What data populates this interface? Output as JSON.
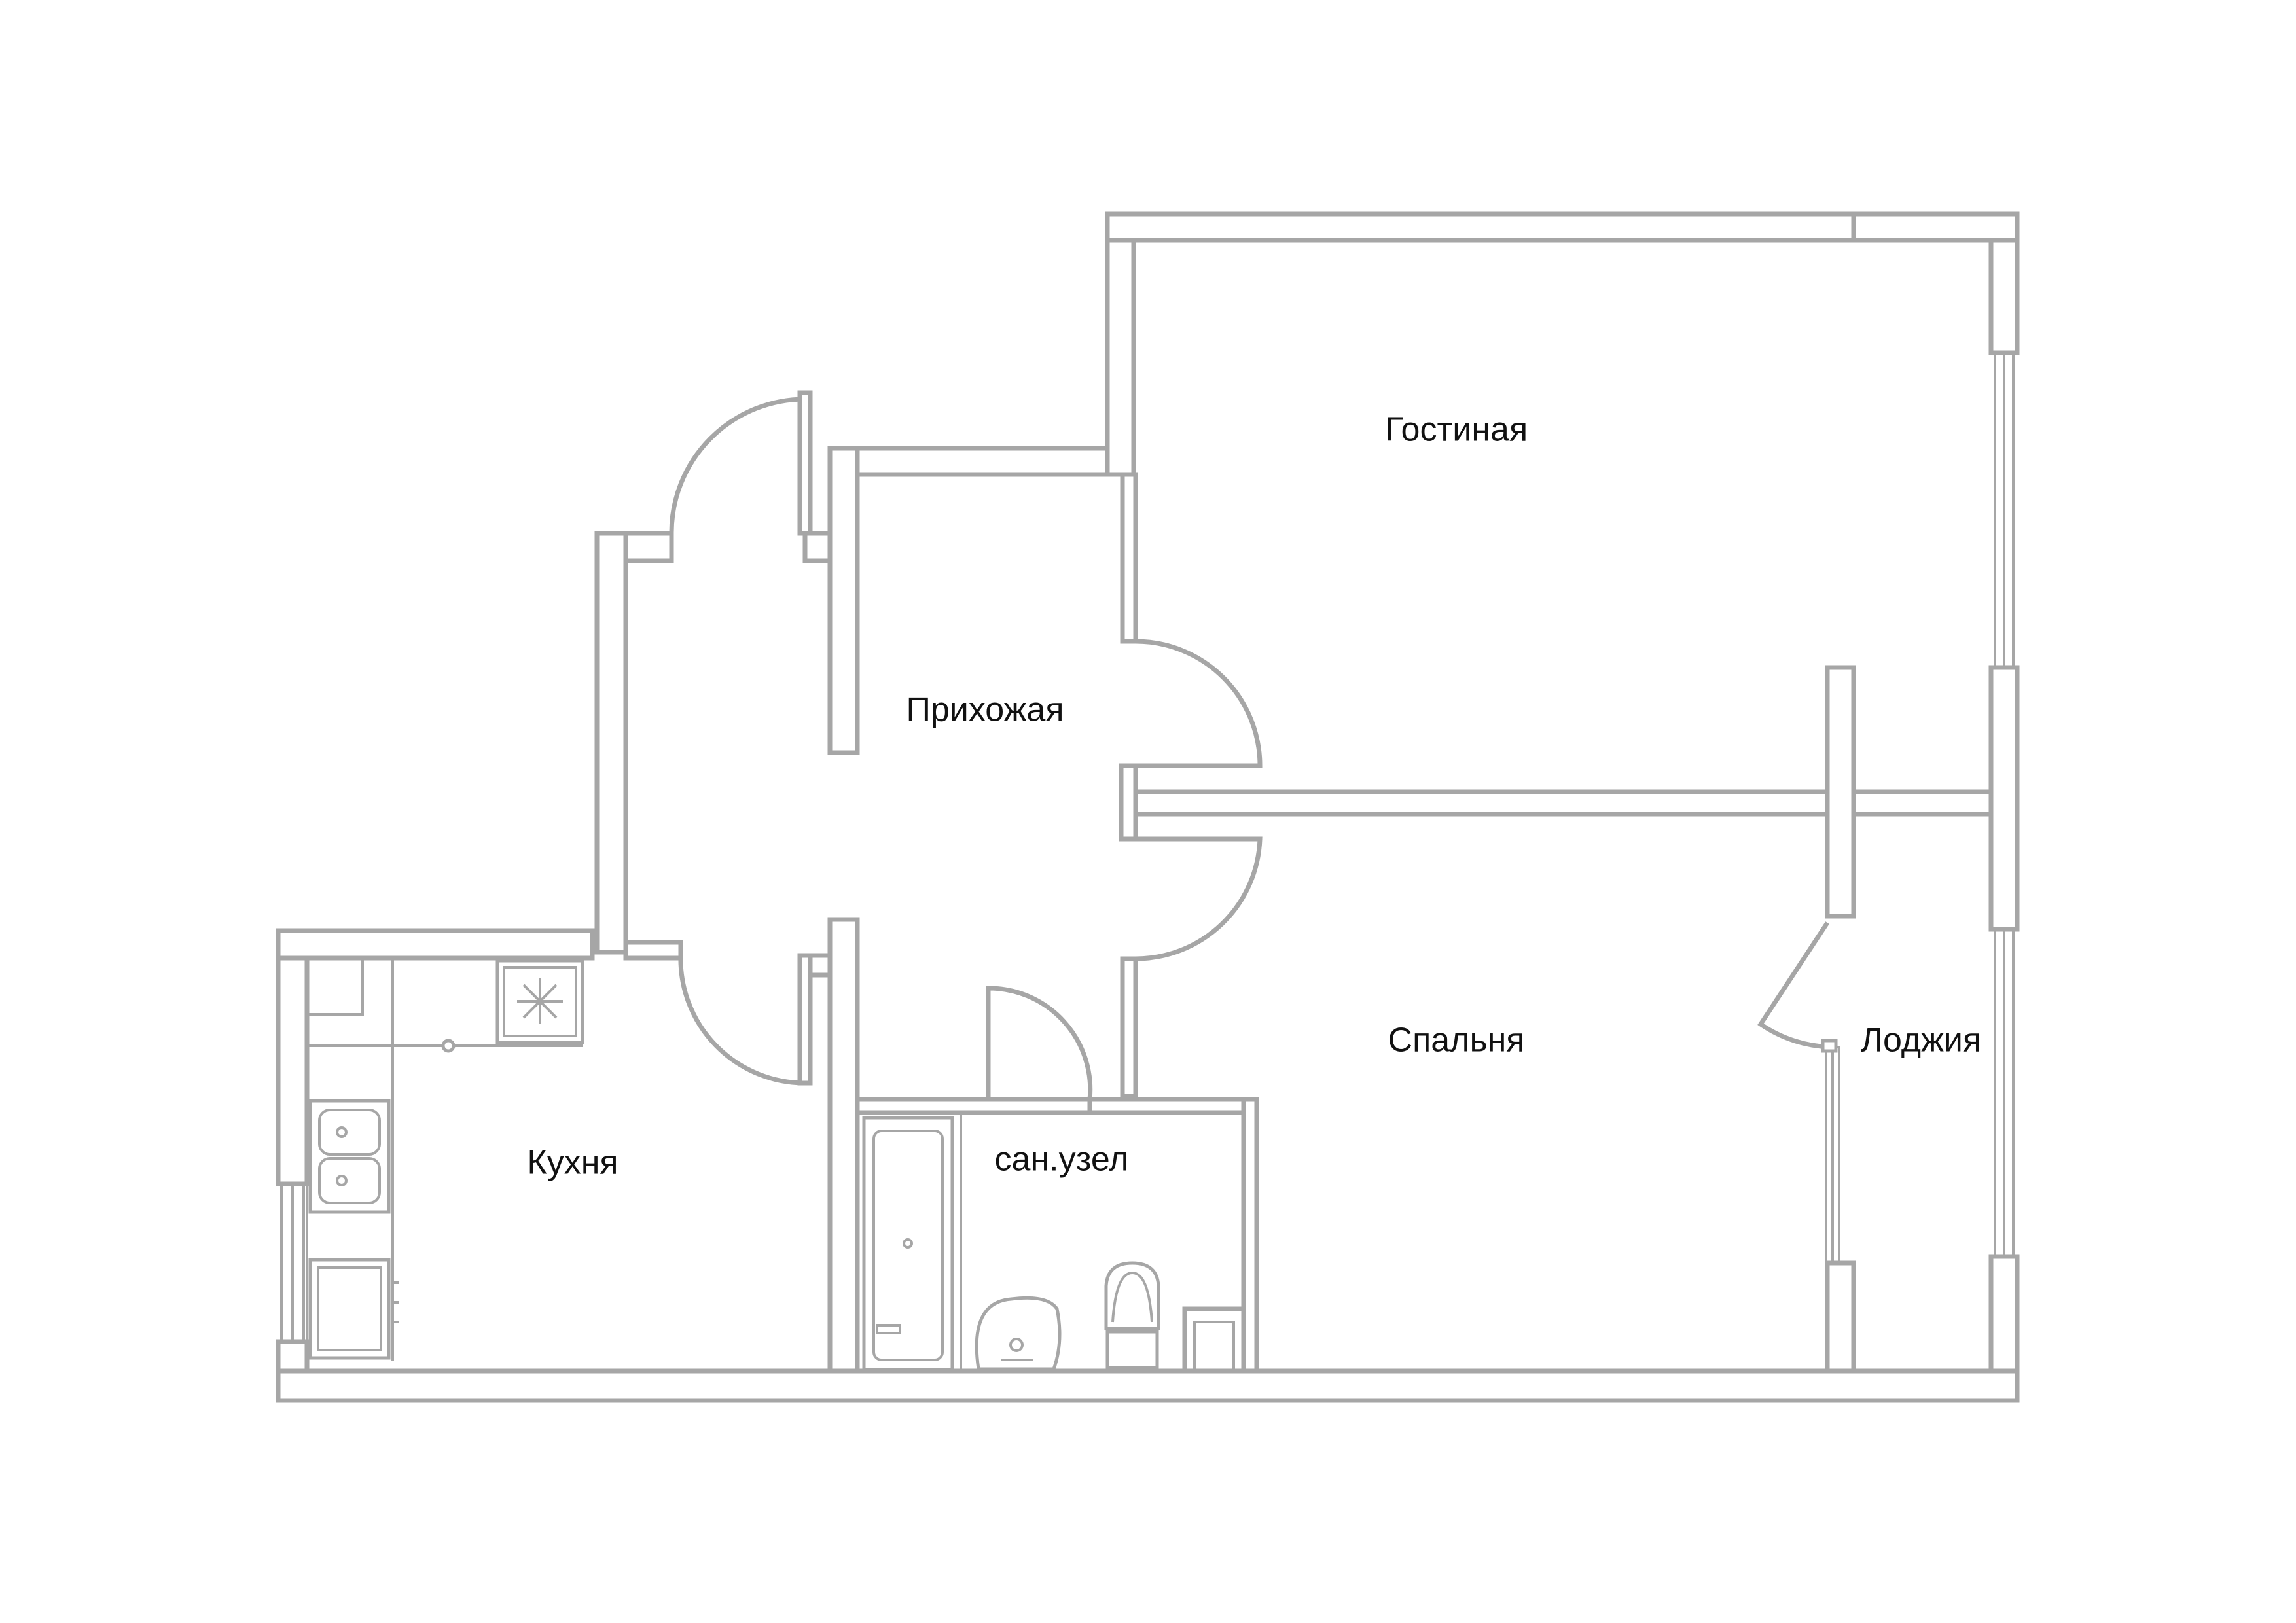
{
  "rooms": {
    "living": "Гостиная",
    "hall": "Прихожая",
    "bedroom": "Спальня",
    "loggia": "Лоджия",
    "kitchen": "Кухня",
    "bathroom": "сан.узел"
  },
  "colors": {
    "wall_stroke": "#a6a6a6",
    "label_text": "#111111",
    "background": "#ffffff"
  }
}
